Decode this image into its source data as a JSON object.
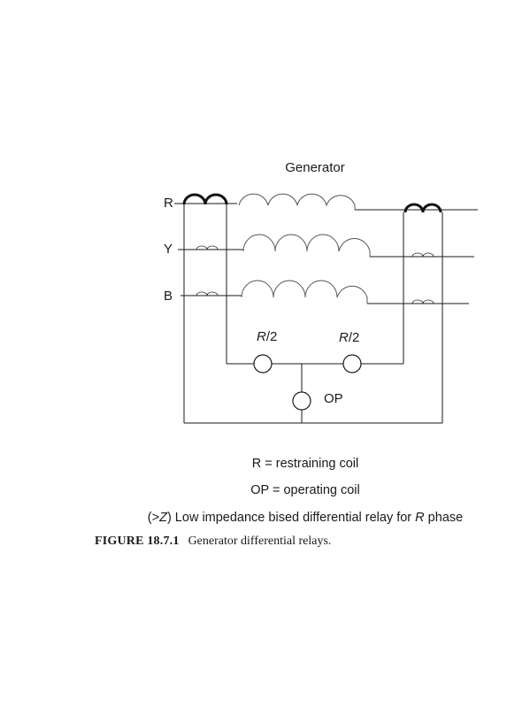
{
  "diagram": {
    "title": "Generator",
    "phase_labels": {
      "r": "R",
      "y": "Y",
      "b": "B"
    },
    "relay_left_label": {
      "prefix": "R",
      "suffix": "/2"
    },
    "relay_right_label": {
      "prefix": "R",
      "suffix": "/2"
    },
    "operating_label": "OP"
  },
  "legend": {
    "line1": "R = restraining coil",
    "line2": "OP = operating coil",
    "line3_prefix": "(>",
    "line3_z": "Z",
    "line3_mid": ") Low impedance bised differential relay for ",
    "line3_r": "R",
    "line3_suffix": " phase"
  },
  "caption": {
    "number": "FIGURE 18.7.1",
    "text": "Generator differential relays."
  }
}
